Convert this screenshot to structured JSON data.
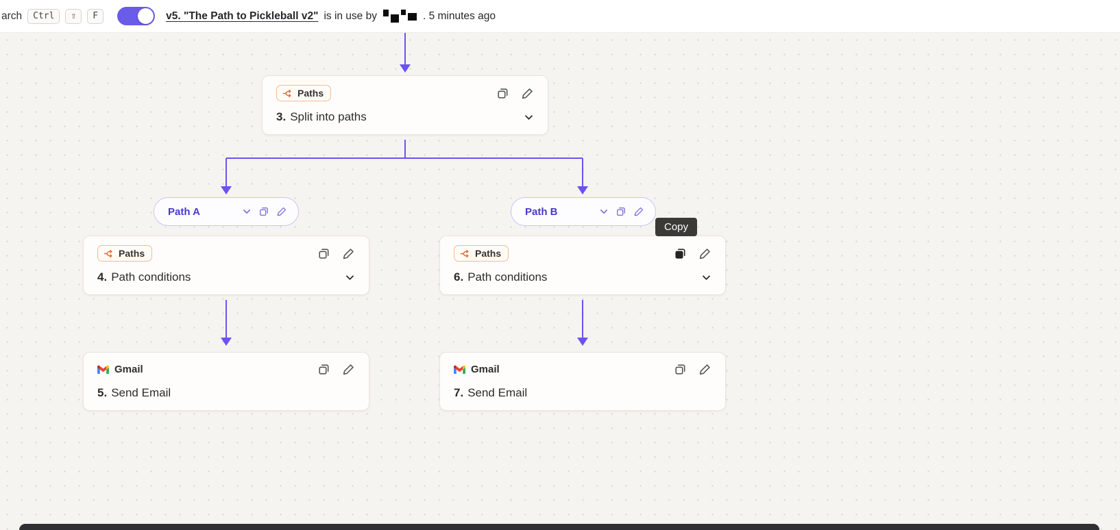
{
  "topbar": {
    "search_text": "arch",
    "shortcuts": [
      "Ctrl",
      "⇧",
      "F"
    ],
    "toggle_on": true,
    "version_link": "v5. \"The Path to Pickleball v2\"",
    "in_use_text": "is in use by",
    "time_text": ". 5 minutes ago"
  },
  "canvas": {
    "tooltip": "Copy",
    "paths": [
      {
        "label": "Path A"
      },
      {
        "label": "Path B"
      }
    ],
    "nodes": [
      {
        "app": "Paths",
        "step": "3.",
        "title": "Split into paths"
      },
      {
        "app": "Paths",
        "step": "4.",
        "title": "Path conditions"
      },
      {
        "app": "Gmail",
        "step": "5.",
        "title": "Send Email"
      },
      {
        "app": "Paths",
        "step": "6.",
        "title": "Path conditions"
      },
      {
        "app": "Gmail",
        "step": "7.",
        "title": "Send Email"
      }
    ],
    "colors": {
      "connector_purple": "#6a53f2",
      "paths_orange": "#e8682c",
      "path_pill_text": "#4838cf",
      "toggle_purple": "#6a5be9",
      "tooltip_bg": "#3b3a36"
    }
  }
}
